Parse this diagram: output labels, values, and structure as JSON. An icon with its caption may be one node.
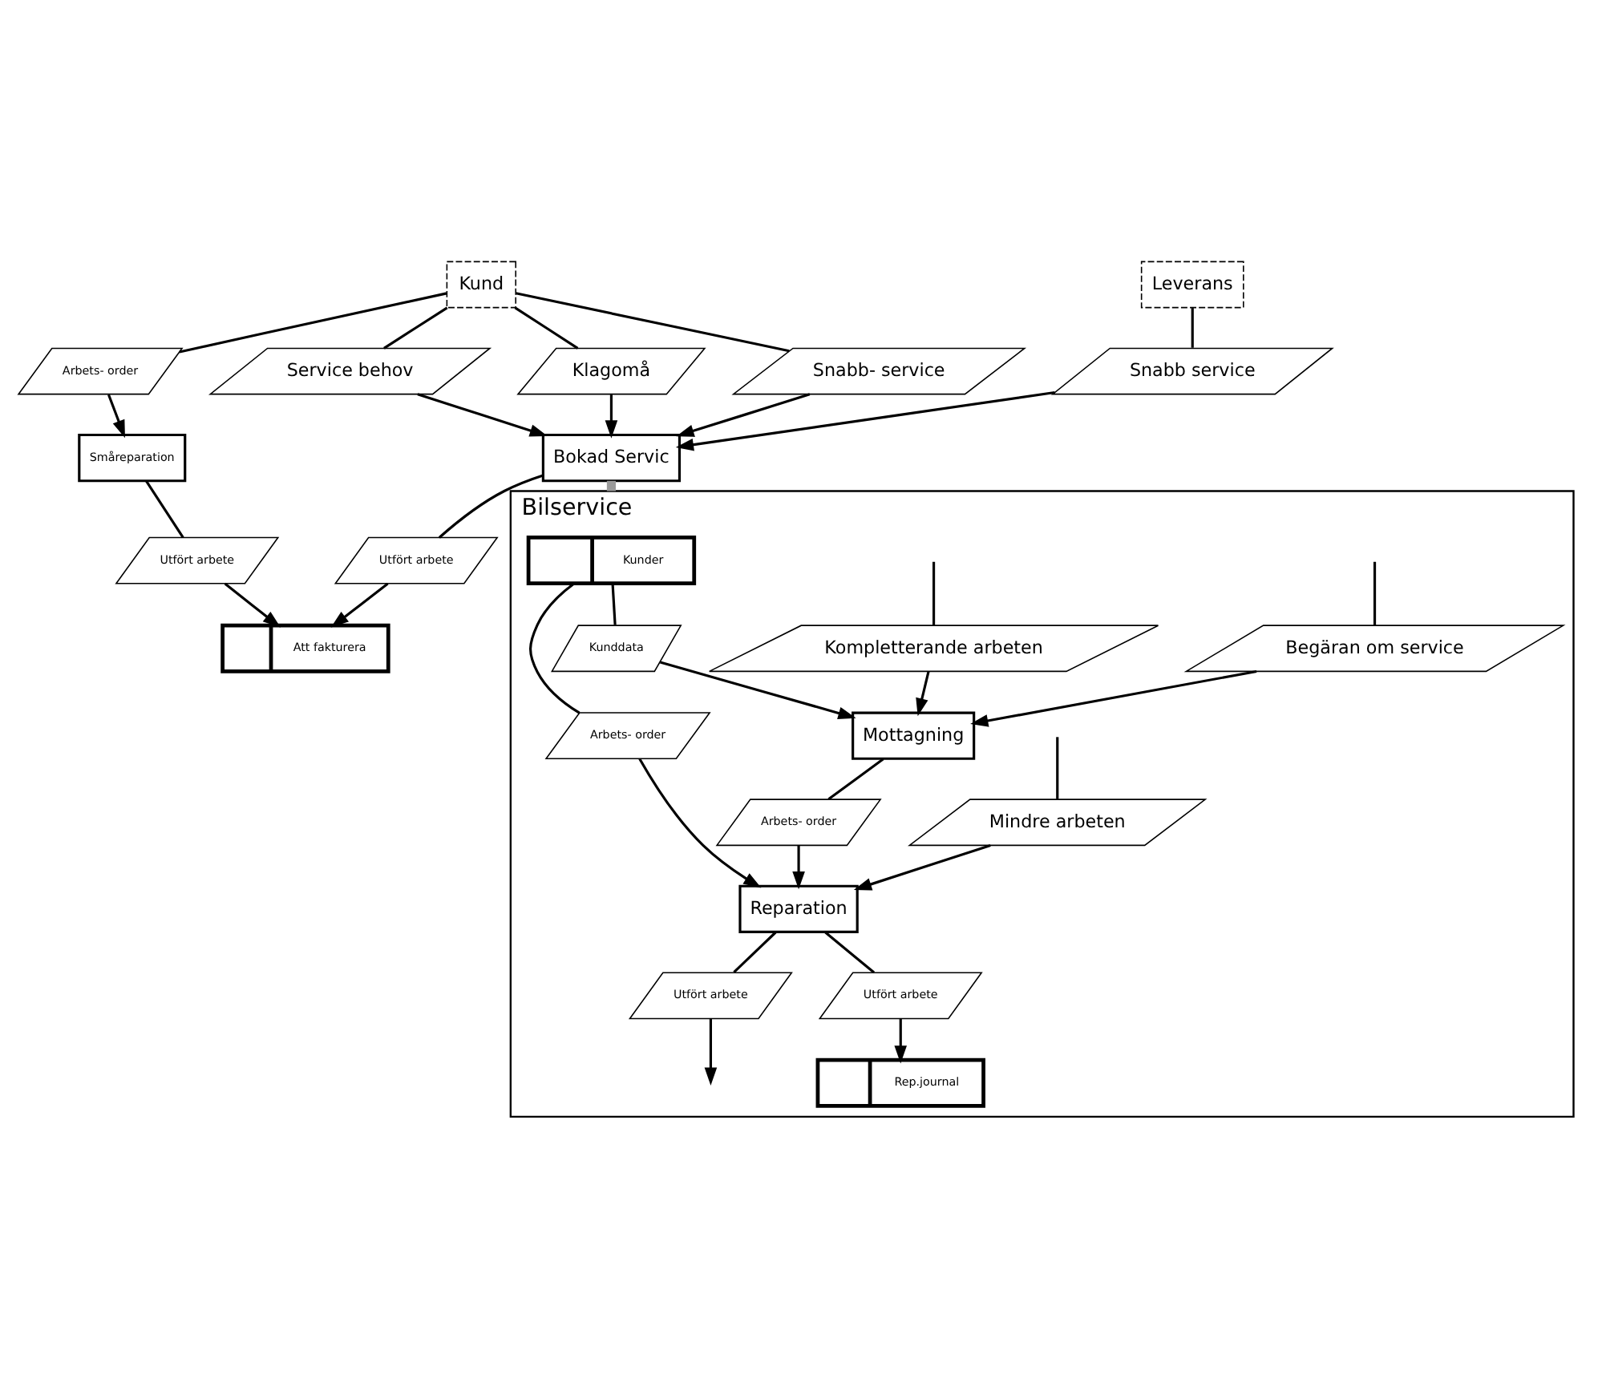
{
  "diagram": {
    "nodes": [
      {
        "text": [
          "Kund"
        ]
      },
      {
        "text": [
          "Småreparation"
        ]
      },
      {
        "text": [
          "Arbets- order"
        ]
      },
      {
        "text": [
          "Utfört arbete"
        ]
      },
      {
        "text": [
          "Att fakturera"
        ]
      },
      {
        "text": [
          "Service behov"
        ]
      },
      {
        "text": [
          "Klagomå"
        ]
      },
      {
        "text": [
          "Snabb- service"
        ]
      },
      {
        "text": [
          "Bokad Servic"
        ]
      },
      {
        "text": [
          "Utfört arbete"
        ]
      },
      {
        "text": [
          "Leverans"
        ]
      },
      {
        "text": [
          "Snabb service"
        ]
      },
      {
        "text": [
          "Bilservice"
        ]
      },
      {
        "text": [
          "Kunder"
        ],
        "in": 12
      },
      {
        "text": [
          "Mindre arbeten"
        ],
        "in": 12
      },
      {
        "text": [
          "Arbets- order"
        ],
        "in": 12
      },
      {
        "text": [
          "Kunddata"
        ],
        "in": 12
      },
      {
        "text": [
          "Begäran om service"
        ],
        "in": 12
      },
      {
        "text": [
          "Reparation"
        ],
        "in": 12
      },
      {
        "text": [
          "Utfört arbete"
        ],
        "in": 12
      },
      {
        "text": [
          "Arbets- order"
        ],
        "in": 12
      },
      {
        "text": [
          "Mottagning"
        ],
        "in": 12
      },
      {
        "text": [
          "Utfört arbete"
        ],
        "in": 12
      },
      {
        "text": [
          "Rep.journal"
        ],
        "in": 12
      },
      {
        "text": [
          "Kompletterande arbeten"
        ],
        "in": 12
      }
    ],
    "edges": [
      {
        "from": 0,
        "to": 2,
        "arrow": "none"
      },
      {
        "from": 2,
        "to": 1,
        "arrow": "to"
      },
      {
        "from": 1,
        "to": 3,
        "arrow": "none"
      },
      {
        "from": 3,
        "to": 4,
        "arrow": "to"
      },
      {
        "from": 0,
        "to": 5,
        "arrow": "none"
      },
      {
        "from": 5,
        "to": 8,
        "arrow": "to"
      },
      {
        "from": 0,
        "to": 6,
        "arrow": "none"
      },
      {
        "from": 6,
        "to": 8,
        "arrow": "to"
      },
      {
        "from": 0,
        "to": 7,
        "arrow": "none"
      },
      {
        "from": 7,
        "to": 8,
        "arrow": "to"
      },
      {
        "from": 8,
        "to": 9,
        "arrow": "none"
      },
      {
        "from": 9,
        "to": 4,
        "arrow": "to"
      },
      {
        "from": 10,
        "to": 11,
        "arrow": "none"
      },
      {
        "from": 11,
        "to": 8,
        "arrow": "to"
      },
      {
        "from": 8,
        "to": 12,
        "arrow": "none",
        "style": "thick",
        "color": "#9a9a9a"
      },
      {
        "from": null,
        "to": 14,
        "arrow": "none"
      },
      {
        "from": 14,
        "to": 18,
        "arrow": "to"
      },
      {
        "from": 13,
        "to": 15,
        "arrow": "none"
      },
      {
        "from": 15,
        "to": 18,
        "arrow": "to"
      },
      {
        "from": 13,
        "to": 16,
        "arrow": "none"
      },
      {
        "from": 16,
        "to": 21,
        "arrow": "to"
      },
      {
        "from": null,
        "to": 17,
        "arrow": "none"
      },
      {
        "from": 17,
        "to": 21,
        "arrow": "to"
      },
      {
        "from": 21,
        "to": 20,
        "arrow": "none"
      },
      {
        "from": 20,
        "to": 18,
        "arrow": "to"
      },
      {
        "from": 18,
        "to": 19,
        "arrow": "none"
      },
      {
        "from": 19,
        "to": null,
        "arrow": "to"
      },
      {
        "from": 18,
        "to": 22,
        "arrow": "none"
      },
      {
        "from": 22,
        "to": 23,
        "arrow": "to"
      },
      {
        "from": null,
        "to": 24,
        "arrow": "none"
      },
      {
        "from": 24,
        "to": 21,
        "arrow": "to"
      }
    ]
  }
}
